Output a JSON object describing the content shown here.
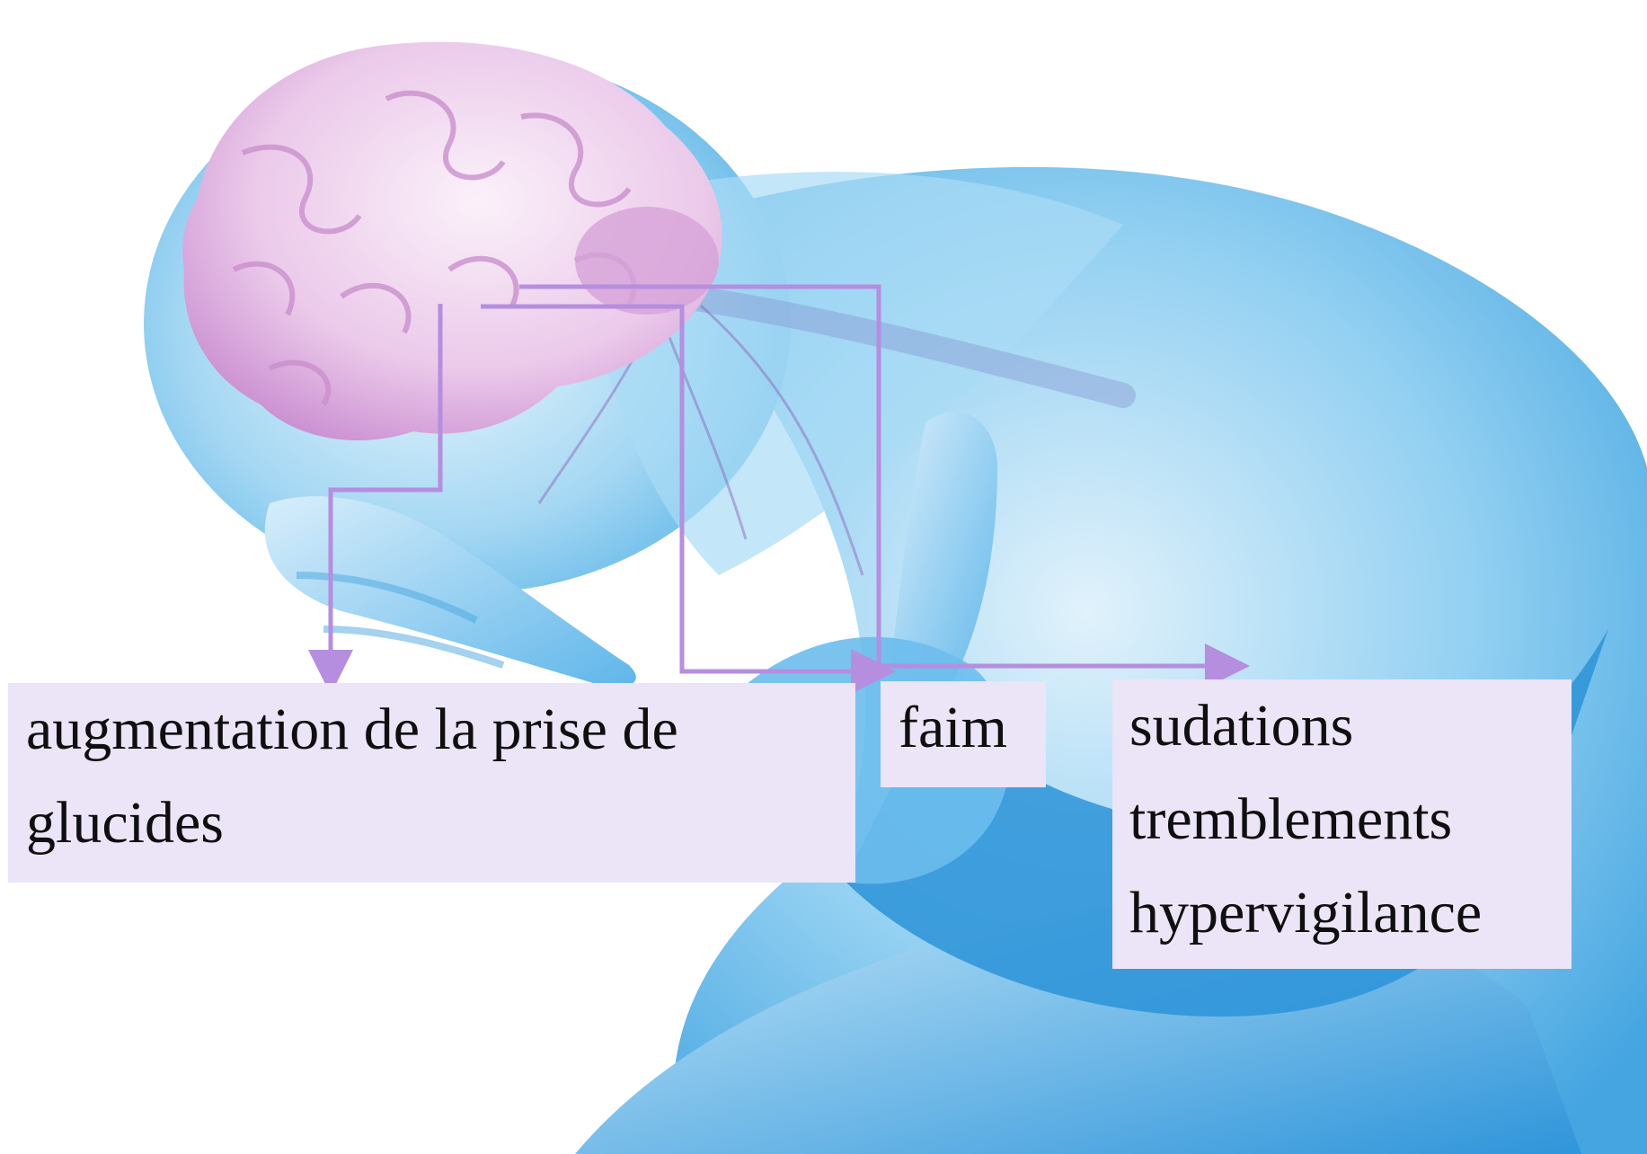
{
  "title": "",
  "labels": {
    "glucides": [
      "augmentation de la prise de",
      "glucides"
    ],
    "faim": "faim",
    "symptoms": [
      "sudations",
      "tremblements",
      "hypervigilance"
    ]
  },
  "colors": {
    "background": "#ffffff",
    "body_blue": "#5ab4ea",
    "brain_pink": "#e7c6e6",
    "arrow_purple": "#b58ee0",
    "label_fill": "#ece4f7"
  },
  "icons": {
    "illustration": "human-head-with-brain-held-in-hands",
    "connector": "arrow-connector"
  }
}
